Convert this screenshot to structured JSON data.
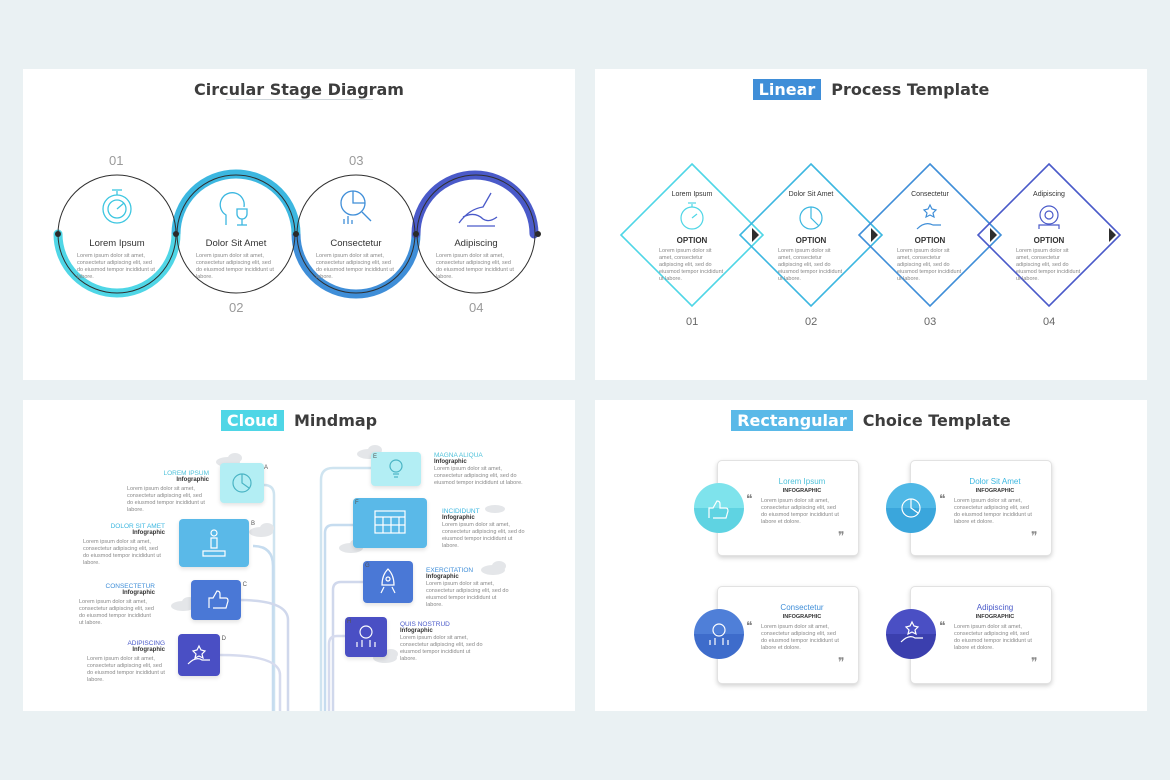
{
  "colors": {
    "cyan": "#4fd6e6",
    "sky": "#3cb7e0",
    "blue": "#3f8ed8",
    "indigo": "#4a5ac9",
    "navy": "#3a3f9d",
    "light": "#cbe7f2",
    "gray": "#d5dde3"
  },
  "panel1": {
    "title": "Circular Stage Diagram",
    "stages": [
      {
        "num": "01",
        "label": "Lorem Ipsum",
        "icon": "stopwatch-icon"
      },
      {
        "num": "02",
        "label": "Dolor Sit Amet",
        "icon": "award-person-icon"
      },
      {
        "num": "03",
        "label": "Consectetur",
        "icon": "chart-magnifier-icon"
      },
      {
        "num": "04",
        "label": "Adipiscing",
        "icon": "hand-pen-icon"
      }
    ],
    "body": "Lorem ipsum dolor sit amet, consectetur adipiscing elit, sed do eiusmod tempor incididunt ut labore."
  },
  "panel2": {
    "title_highlight": "Linear",
    "title_rest": "Process Template",
    "steps": [
      {
        "num": "01",
        "label": "Lorem Ipsum",
        "option": "OPTION",
        "icon": "stopwatch-icon"
      },
      {
        "num": "02",
        "label": "Dolor Sit Amet",
        "option": "OPTION",
        "icon": "pie-chart-icon"
      },
      {
        "num": "03",
        "label": "Consectetur",
        "option": "OPTION",
        "icon": "hand-star-icon"
      },
      {
        "num": "04",
        "label": "Adipiscing",
        "option": "OPTION",
        "icon": "gear-people-icon"
      }
    ],
    "body": "Lorem ipsum dolor sit amet, consectetur adipiscing elit, sed do eiusmod tempor incididunt ut labore."
  },
  "panel3": {
    "title_highlight": "Cloud",
    "title_rest": "Mindmap",
    "left": [
      {
        "letter": "A",
        "label": "LOREM IPSUM",
        "sub": "Infographic",
        "icon": "pie-chart-icon"
      },
      {
        "letter": "B",
        "label": "DOLOR SIT AMET",
        "sub": "Infographic",
        "icon": "podium-icon"
      },
      {
        "letter": "C",
        "label": "CONSECTETUR",
        "sub": "Infographic",
        "icon": "thumbs-up-icon"
      },
      {
        "letter": "D",
        "label": "ADIPISCING",
        "sub": "Infographic",
        "icon": "hand-star-icon"
      }
    ],
    "right": [
      {
        "letter": "E",
        "label": "MAGNA ALIQUA",
        "sub": "Infographic",
        "icon": "bulb-icon"
      },
      {
        "letter": "F",
        "label": "INCIDIDUNT",
        "sub": "Infographic",
        "icon": "calendar-icon"
      },
      {
        "letter": "G",
        "label": "EXERCITATION",
        "sub": "Infographic",
        "icon": "rocket-icon"
      },
      {
        "letter": "H",
        "label": "QUIS NOSTRUD",
        "sub": "Infographic",
        "icon": "team-icon"
      }
    ],
    "body": "Lorem ipsum dolor sit amet, consectetur adipiscing elit, sed do eiusmod tempor incididunt ut labore."
  },
  "panel4": {
    "title_highlight": "Rectangular",
    "title_rest": "Choice Template",
    "choices": [
      {
        "label": "Lorem Ipsum",
        "sub": "INFOGRAPHIC",
        "icon": "thumbs-up-icon"
      },
      {
        "label": "Dolor Sit Amet",
        "sub": "INFOGRAPHIC",
        "icon": "pie-chart-icon"
      },
      {
        "label": "Consectetur",
        "sub": "INFOGRAPHIC",
        "icon": "team-icon"
      },
      {
        "label": "Adipiscing",
        "sub": "INFOGRAPHIC",
        "icon": "hand-star-icon"
      }
    ],
    "body": "Lorem ipsum dolor sit amet, consectetur adipiscing elit, sed do eiusmod tempor incididunt ut labore et dolore."
  }
}
